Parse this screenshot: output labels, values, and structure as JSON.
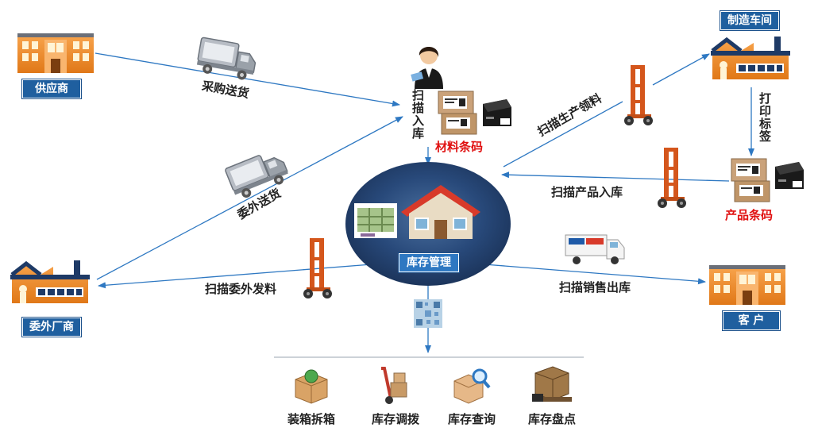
{
  "nodes": {
    "supplier": "供应商",
    "workshop": "制造车间",
    "outsourcer": "委外厂商",
    "customer": "客 户",
    "inventory": "库存管理"
  },
  "flows": {
    "purchase_delivery": "采购送货",
    "outsource_delivery": "委外送货",
    "scan_inbound": "扫描入库",
    "material_barcode": "材料条码",
    "scan_production_pick": "扫描生产领料",
    "print_label": "打印标签",
    "product_barcode": "产品条码",
    "scan_product_inbound": "扫描产品入库",
    "scan_outsource_dispatch": "扫描委外发料",
    "scan_sales_outbound": "扫描销售出库"
  },
  "modules": [
    {
      "label": "装箱拆箱",
      "icon": "box-globe-icon"
    },
    {
      "label": "库存调拨",
      "icon": "hand-truck-icon"
    },
    {
      "label": "库存查询",
      "icon": "box-search-icon"
    },
    {
      "label": "库存盘点",
      "icon": "pallet-boxes-icon"
    }
  ],
  "colors": {
    "tag_blue": "#1f5f9f",
    "arrow_blue": "#2e78c2",
    "ellipse_navy": "#1f3f6b",
    "building_orange": "#f08a24",
    "house_roof": "#d83a2a",
    "barcode_red": "#e01010"
  }
}
